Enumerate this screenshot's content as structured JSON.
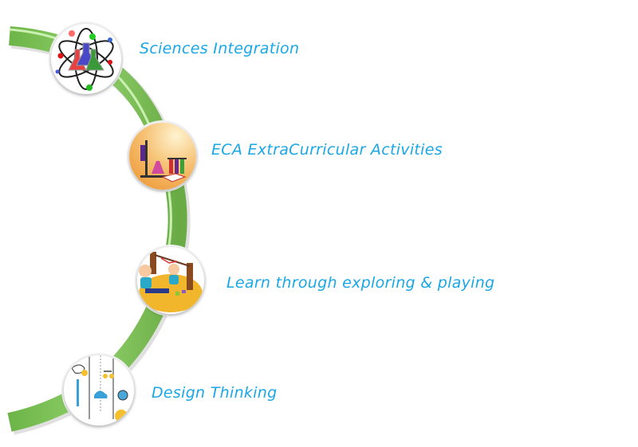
{
  "diagram": {
    "accent_color": "#1aa7e6",
    "arc_color": "#7cc25a",
    "items": [
      {
        "label": "Sciences Integration",
        "icon": "atom-flasks-icon"
      },
      {
        "label": "ECA ExtraCurricular Activities",
        "icon": "lab-equipment-icon"
      },
      {
        "label": "Learn through exploring & playing",
        "icon": "kids-playing-icon"
      },
      {
        "label": "Design Thinking",
        "icon": "design-thinking-icon"
      }
    ]
  }
}
